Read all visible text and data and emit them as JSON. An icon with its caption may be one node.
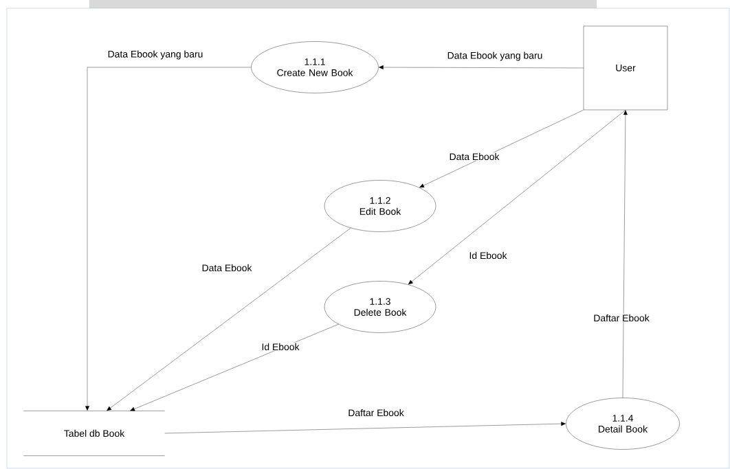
{
  "diagram": {
    "nodes": [
      {
        "text": [
          "User"
        ]
      },
      {
        "text": [
          "1.1.1",
          "Create New Book"
        ]
      },
      {
        "text": [
          "1.1.2",
          "Edit Book"
        ]
      },
      {
        "text": [
          "1.1.3",
          "Delete Book"
        ]
      },
      {
        "text": [
          "1.1.4",
          "Detail Book"
        ]
      },
      {
        "text": [
          "Tabel db Book"
        ]
      }
    ],
    "edges": [
      {
        "from": 0,
        "to": 1,
        "arrow": "to",
        "label": "Data Ebook yang baru"
      },
      {
        "from": 1,
        "to": 5,
        "arrow": "to",
        "label": "Data Ebook yang baru"
      },
      {
        "from": 0,
        "to": 2,
        "arrow": "to",
        "label": "Data Ebook"
      },
      {
        "from": 2,
        "to": 5,
        "arrow": "to",
        "label": "Data Ebook"
      },
      {
        "from": 0,
        "to": 3,
        "arrow": "to",
        "label": "Id Ebook"
      },
      {
        "from": 3,
        "to": 5,
        "arrow": "to",
        "label": "Id Ebook"
      },
      {
        "from": 5,
        "to": 4,
        "arrow": "to",
        "label": "Daftar Ebook"
      },
      {
        "from": 4,
        "to": 0,
        "arrow": "to",
        "label": "Daftar Ebook"
      }
    ]
  }
}
